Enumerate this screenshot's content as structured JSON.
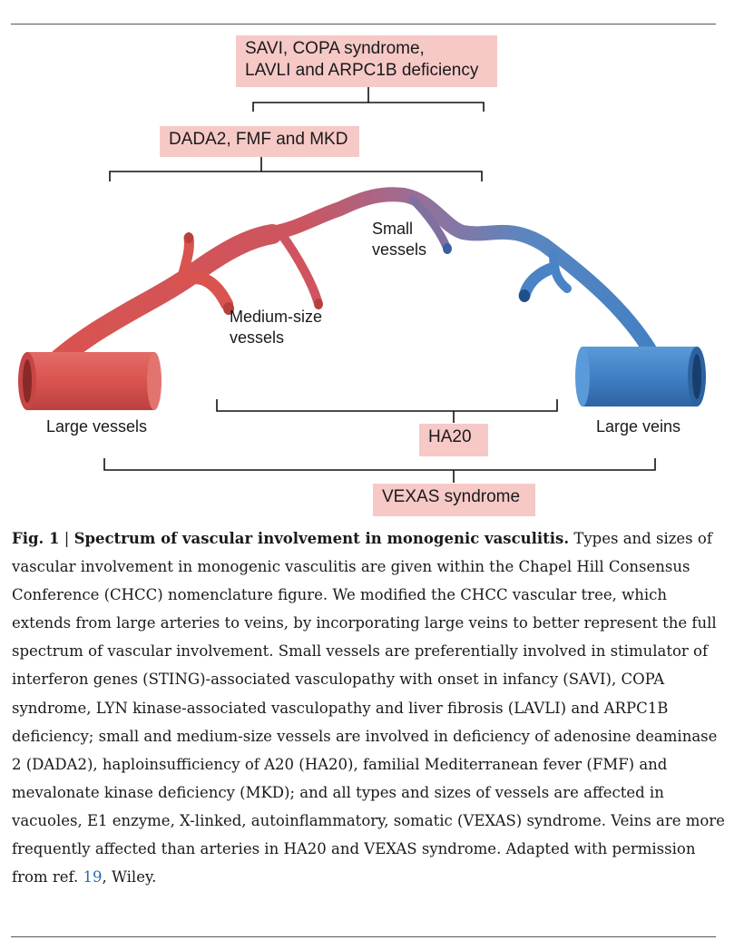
{
  "figure": {
    "boxes": {
      "savi": [
        "SAVI, COPA syndrome,",
        "LAVLI and ARPC1B deficiency"
      ],
      "dada2": "DADA2, FMF and MKD",
      "ha20": "HA20",
      "vexas": "VEXAS syndrome"
    },
    "labels": {
      "small": [
        "Small",
        "vessels"
      ],
      "medium": [
        "Medium-size",
        "vessels"
      ],
      "large_vessels": "Large vessels",
      "large_veins": "Large veins"
    },
    "colors": {
      "artery": "#d9534f",
      "vein": "#3f7fc4",
      "box_fill": "#f6c9c6"
    }
  },
  "caption": {
    "fig_number": "Fig. 1",
    "separator": "|",
    "title": "Spectrum of vascular involvement in monogenic vasculitis.",
    "body": "Types and sizes of vascular involvement in monogenic vasculitis are given within the Chapel Hill Consensus Conference (CHCC) nomenclature figure. We modified the CHCC vascular tree, which extends from large arteries to veins, by incorporating large veins to better represent the full spectrum of vascular involvement. Small vessels are preferentially involved in stimulator of interferon genes (STING)-associated vasculopathy with onset in infancy (SAVI), COPA syndrome, LYN kinase-associated vasculopathy and liver fibrosis (LAVLI) and ARPC1B deficiency; small and medium-size vessels are involved in deficiency of adenosine deaminase 2 (DADA2), haploinsufficiency of A20 (HA20), familial Mediterranean fever (FMF) and mevalonate kinase deficiency (MKD); and all types and sizes of vessels are affected in vacuoles, E1 enzyme, X-linked, autoinflammatory, somatic (VEXAS) syndrome. Veins are more frequently affected than arteries in HA20 and VEXAS syndrome. Adapted with permission from ref.",
    "ref_number": "19",
    "suffix": ", Wiley."
  }
}
